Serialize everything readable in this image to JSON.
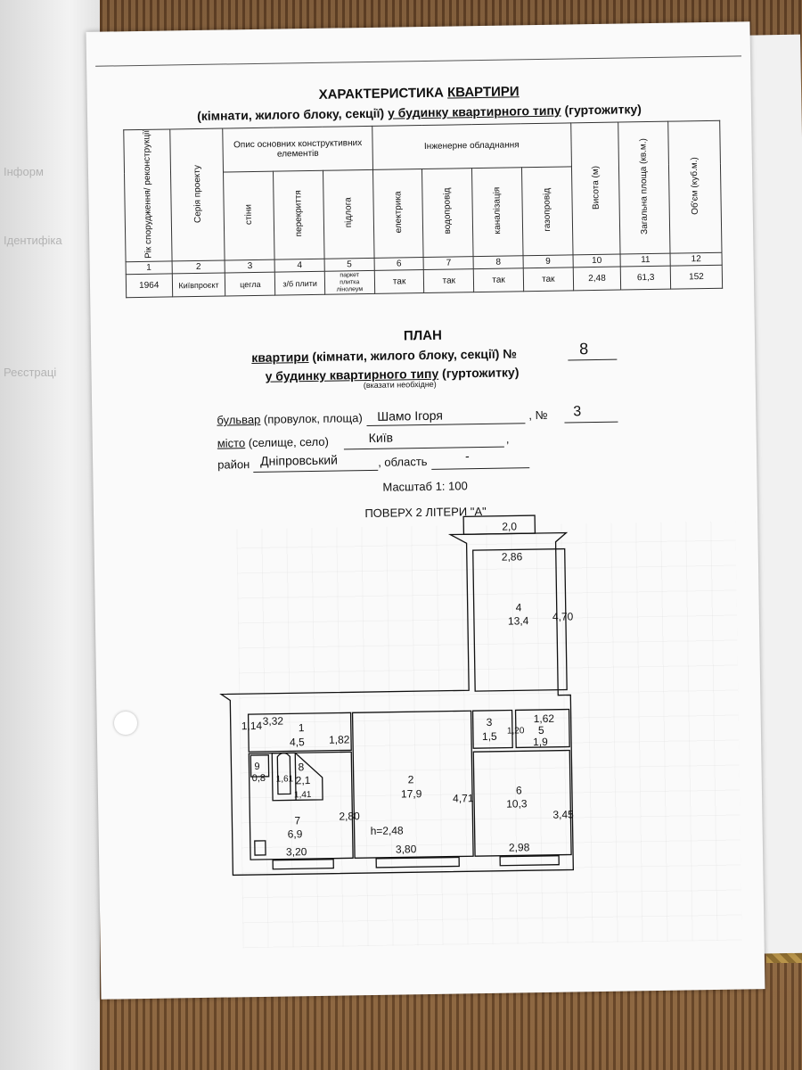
{
  "side_page": {
    "ghost_texts": [
      "Інформ",
      "Ідентифіка",
      "Реєстраці"
    ]
  },
  "header": {
    "title_prefix": "ХАРАКТЕРИСТИКА ",
    "title_word": "КВАРТИРИ",
    "subtitle_part1": "(кімнати, жилого блоку, секції) ",
    "subtitle_part2": "у будинку квартирного типу",
    "subtitle_part3": " (гуртожитку)"
  },
  "table": {
    "h_year": "Рік спорудження/ реконструкції",
    "h_series": "Серія проекту",
    "h_structural": "Опис основних конструктивних елементів",
    "h_engineering": "Інженерне обладнання",
    "h_walls": "стіни",
    "h_floors_slab": "перекриття",
    "h_floor": "підлога",
    "h_electric": "електрика",
    "h_water": "водопровід",
    "h_sewage": "каналізація",
    "h_gas": "газопровід",
    "h_height": "Висота (м)",
    "h_area": "Загальна площа (кв.м.)",
    "h_volume": "Об'єм (куб.м.)",
    "numbers": [
      "1",
      "2",
      "3",
      "4",
      "5",
      "6",
      "7",
      "8",
      "9",
      "10",
      "11",
      "12"
    ],
    "v_year": "1964",
    "v_series": "Київпроєкт",
    "v_walls": "цегла",
    "v_slab": "з/б плити",
    "v_floor_1": "паркет",
    "v_floor_2": "плитка",
    "v_floor_3": "лінолеум",
    "v_electric": "так",
    "v_water": "так",
    "v_sewage": "так",
    "v_gas": "так",
    "v_height": "2,48",
    "v_area": "61,3",
    "v_volume": "152"
  },
  "plan": {
    "title": "ПЛАН",
    "line1_part1": "квартири",
    "line1_part2": " (кімнати, жилого блоку, секції) №",
    "apartment_no": "8",
    "line2_part1": "у будинку квартирного типу",
    "line2_part2": " (гуртожитку)",
    "hint": "(вказати необхідне)",
    "street_label_a": "бульвар",
    "street_label_b": " (провулок, площа)",
    "street_value": "Шамо Ігоря",
    "house_sep": ",  №",
    "house_no": "3",
    "city_label_a": "місто",
    "city_label_b": " (селище, село)",
    "city_value": "Київ",
    "city_tail": ",",
    "district_label": "район",
    "district_value": "Дніпровський",
    "region_label": ", область",
    "region_value": "-",
    "scale": "Масштаб 1: 100",
    "floor": "ПОВЕРХ  2  ЛІТЕРИ \"А\""
  },
  "floorplan": {
    "balcony_w": "2,0",
    "r4_w": "2,86",
    "r4_no": "4",
    "r4_area": "13,4",
    "r4_h": "4,70",
    "r1_w": "3,32",
    "r1_side": "1,14",
    "r1_no": "1",
    "r1_area": "4,5",
    "r1_h": "1,82",
    "r9_no": "9",
    "r9_area": "0,8",
    "r8_no": "8",
    "r8_area": "2,1",
    "r8_w": "1,61",
    "r8_d": "1,41",
    "r7_no": "7",
    "r7_area": "6,9",
    "r7_w": "3,20",
    "r7_h": "2,80",
    "r2_no": "2",
    "r2_area": "17,9",
    "r2_w": "3,80",
    "r2_h": "4,71",
    "r2_ceiling": "h=2,48",
    "r3_no": "3",
    "r3_area": "1,5",
    "r3_h": "1,20",
    "r5_no": "5",
    "r5_area": "1,9",
    "r5_w": "1,62",
    "r6_no": "6",
    "r6_area": "10,3",
    "r6_w": "2,98",
    "r6_h": "3,45"
  }
}
